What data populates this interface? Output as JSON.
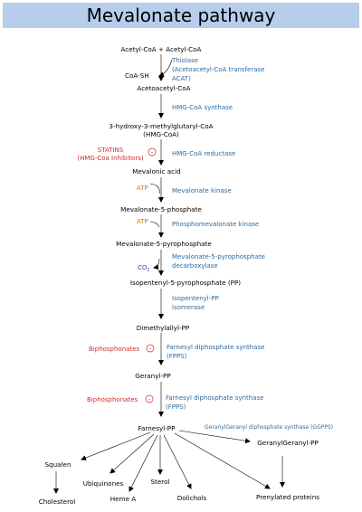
{
  "title": "Mevalonate pathway",
  "colors": {
    "title_bg": "#b7cdec",
    "enzyme": "#2b6aa3",
    "inhibitor": "#d42a2a",
    "atp": "#b8860b",
    "co2": "#7a2a9a",
    "molecule": "#000000"
  },
  "molecules": {
    "acetyl_coa": "Acetyl-CoA + Acetyl-CoA",
    "coa_sh": "CoA-SH",
    "acetoacetyl_coa": "Acetoacetyl-CoA",
    "hmg_coa_1": "3-hydroxy-3-methylglutaryl-CoA",
    "hmg_coa_2": "(HMG-CoA)",
    "mevalonic_acid": "Mevalonic acid",
    "mevalonate_5p": "Mevalonate-5-phosphate",
    "mevalonate_5pp": "Mevalonate-5-pyrophosphate",
    "ipp": "Isopentenyl-5-pyrophosphate (PP)",
    "dmapp": "Dimethylallyl-PP",
    "geranyl_pp": "Geranyl-PP",
    "farnesyl_pp": "Farnesyl-PP",
    "geranylgeranyl_pp": "GeranylGeranyl-PP"
  },
  "enzymes": {
    "thiolase_1": "Thiolase",
    "thiolase_2": "(Acetoacetyl-CoA transferase",
    "thiolase_3": "ACAT)",
    "hmg_synthase": "HMG-CoA synthase",
    "hmg_reductase": "HMG-CoA reductase",
    "mevalonate_kinase": "Mevalonate kinase",
    "phosphomevalonate_kinase": "Phosphomevalonate kinase",
    "decarboxylase_1": "Mevalonate-5-pyrophosphate",
    "decarboxylase_2": "decarboxylase",
    "isomerase_1": "Isopentenyl-PP",
    "isomerase_2": "isomerase",
    "fpps_1_a": "Farnesyl diphosphate synthase",
    "fpps_1_b": "(FPPS)",
    "fpps_2_a": "Farnesyl diphosphate synthase",
    "fpps_2_b": "(FPPS)",
    "ggpps": "GeranylGeranyl diphosphate synthase (GGPPS)"
  },
  "inhibitors": {
    "statins_1": "STATINS",
    "statins_2": "(HMG-Coa Inhibitors)",
    "biphosphonates_1": "Biphosphonates",
    "biphosphonates_2": "Biphosphonates",
    "minus_sign": "-"
  },
  "cofactors": {
    "atp_1": "ATP",
    "atp_2": "ATP",
    "co2": "CO",
    "co2_sub": "2"
  },
  "products": {
    "squalen": "Squalen",
    "cholesterol": "Cholesterol",
    "ubiquinones": "Ubiquinones",
    "heme_a": "Heme A",
    "sterol": "Sterol",
    "dolichols": "Dolichols",
    "prenylated_proteins": "Prenylated proteins"
  }
}
